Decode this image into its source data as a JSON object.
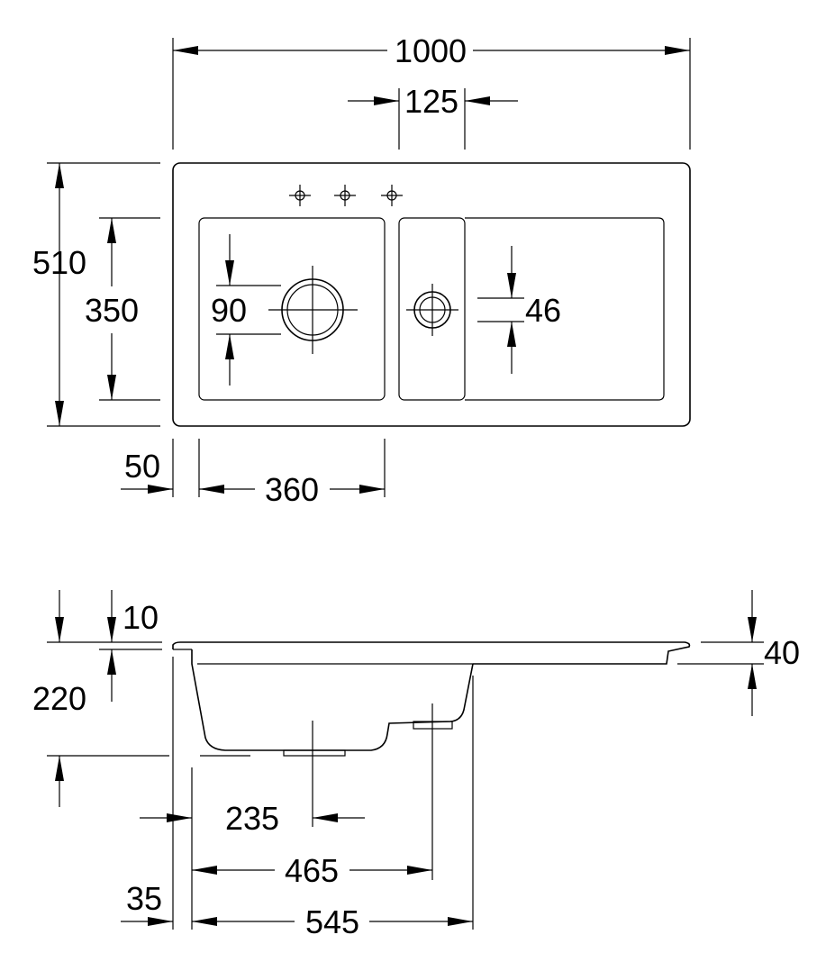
{
  "top_view": {
    "overall_width": "1000",
    "tap_spacing": "125",
    "overall_depth": "510",
    "bowl_depth": "350",
    "main_drain_diameter": "90",
    "small_drain_diameter": "46",
    "edge_offset": "50",
    "bowl_width": "360"
  },
  "side_view": {
    "rim_thickness": "10",
    "bowl_height": "220",
    "drainer_height": "40",
    "drain_offset": "235",
    "second_drain_offset": "465",
    "edge_offset": "35",
    "bowl_total_width": "545"
  },
  "colors": {
    "line": "#000000",
    "background": "#ffffff"
  }
}
